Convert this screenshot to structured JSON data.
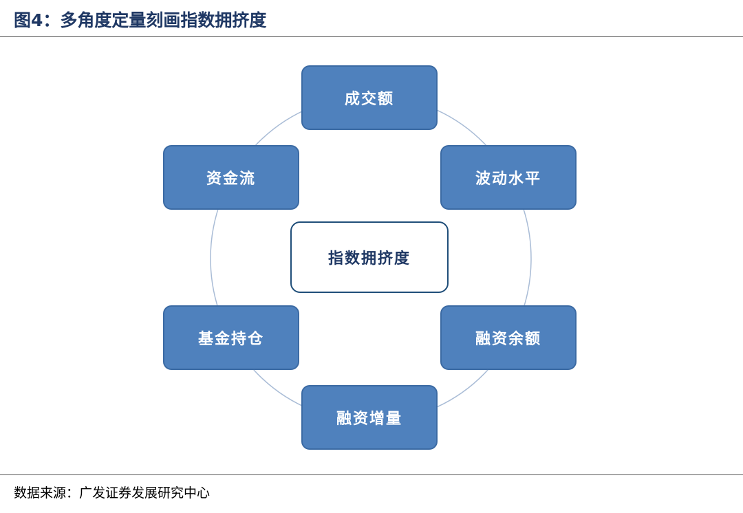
{
  "figure": {
    "title": "图4：多角度定量刻画指数拥挤度",
    "source": "数据来源：广发证券发展研究中心"
  },
  "diagram": {
    "center": "指数拥挤度",
    "nodes": [
      {
        "id": "turnover",
        "label": "成交额"
      },
      {
        "id": "volatility",
        "label": "波动水平"
      },
      {
        "id": "margin-balance",
        "label": "融资余额"
      },
      {
        "id": "margin-increment",
        "label": "融资增量"
      },
      {
        "id": "fund-holdings",
        "label": "基金持仓"
      },
      {
        "id": "capital-flow",
        "label": "资金流"
      }
    ]
  },
  "colors": {
    "node_fill": "#4f81bd",
    "node_border": "#3b6aa3",
    "center_border": "#1f4e79",
    "title_text": "#1f3864",
    "ring": "#a9bcd6"
  }
}
